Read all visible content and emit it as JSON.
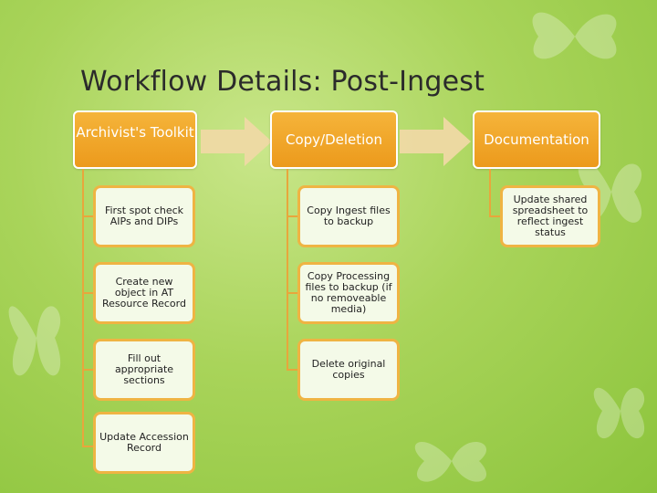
{
  "title": "Workflow Details: Post-Ingest",
  "columns": [
    {
      "header": "Archivist's Toolkit",
      "items": [
        "First spot check AIPs and DIPs",
        "Create new object in AT Resource Record",
        "Fill out appropriate sections",
        "Update Accession Record"
      ]
    },
    {
      "header": "Copy/Deletion",
      "items": [
        "Copy Ingest files to backup",
        "Copy Processing files to backup (if no removeable media)",
        "Delete original copies"
      ]
    },
    {
      "header": "Documentation",
      "items": [
        "Update shared spreadsheet to reflect ingest status"
      ]
    }
  ],
  "colors": {
    "header": "#ef9f20",
    "box_border": "#efb443",
    "box_fill": "#f4fae8",
    "arrow": "#efd9a4",
    "background": "#a9d45a"
  }
}
